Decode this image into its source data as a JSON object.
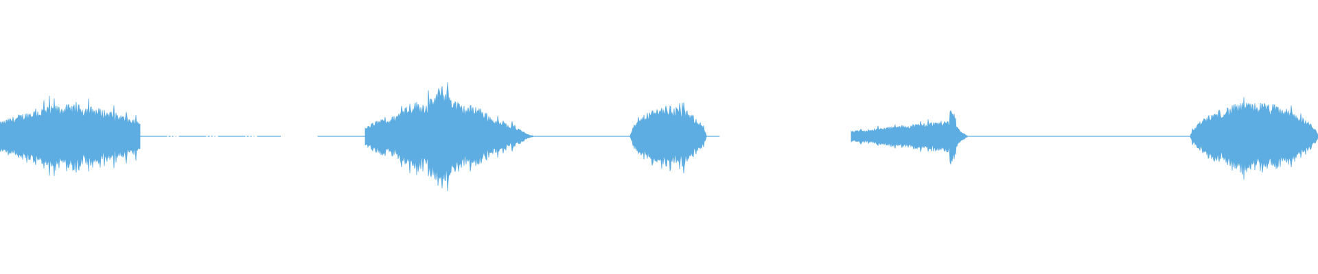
{
  "waveform": {
    "color": "#5dade2",
    "background": "#ffffff",
    "bursts": [
      {
        "name": "burst-1",
        "start": 0.0,
        "end": 0.106,
        "peak": 0.39,
        "shape": "hill"
      },
      {
        "name": "burst-2",
        "start": 0.277,
        "end": 0.404,
        "peak": 0.63,
        "shape": "diamond"
      },
      {
        "name": "burst-3",
        "start": 0.478,
        "end": 0.536,
        "peak": 0.38,
        "shape": "dome"
      },
      {
        "name": "burst-4",
        "start": 0.646,
        "end": 0.734,
        "peak": 0.25,
        "shape": "ramp-up"
      },
      {
        "name": "burst-5",
        "start": 0.903,
        "end": 1.0,
        "peak": 0.42,
        "shape": "dome"
      }
    ],
    "baseline_segments": [
      {
        "start": 0.106,
        "end": 0.213,
        "dotted_tail": true
      },
      {
        "start": 0.241,
        "end": 0.277,
        "dotted_tail": false
      },
      {
        "start": 0.404,
        "end": 0.478,
        "dotted_tail": false
      },
      {
        "start": 0.536,
        "end": 0.546,
        "dotted_tail": true
      },
      {
        "start": 0.734,
        "end": 0.903,
        "dotted_tail": false
      }
    ]
  }
}
